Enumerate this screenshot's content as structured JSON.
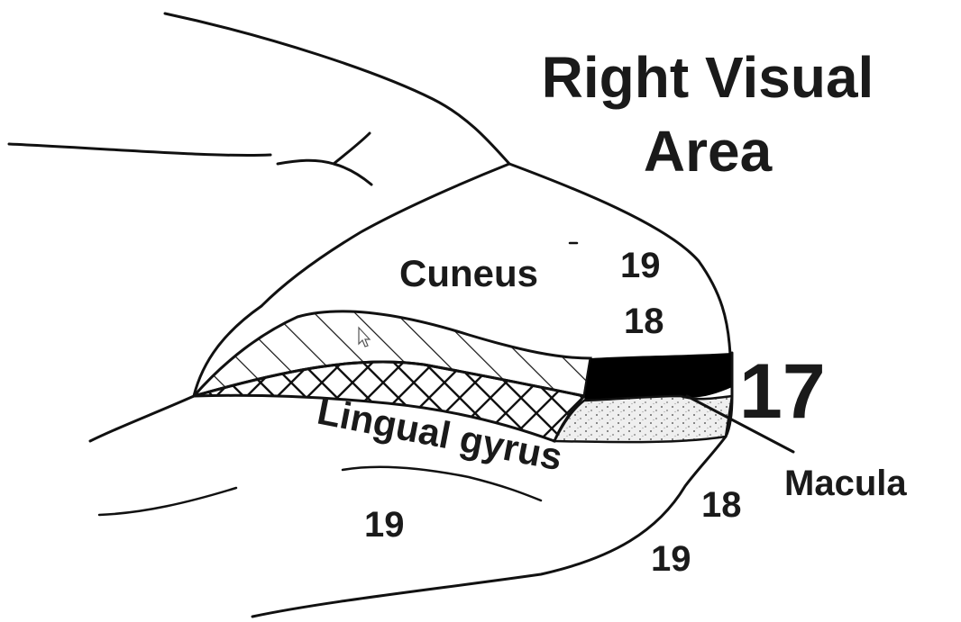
{
  "title": {
    "line1": "Right Visual",
    "line2": "Area"
  },
  "labels": {
    "cuneus": "Cuneus",
    "lingual_gyrus": "Lingual gyrus",
    "area_17": "17",
    "macula": "Macula",
    "upper_19": "19",
    "upper_18": "18",
    "lower_18": "18",
    "lower_19_right": "19",
    "lower_19_left": "19"
  },
  "colors": {
    "line": "#111111",
    "macula_fill": "#000000",
    "stipple": "#e8e8e8"
  }
}
